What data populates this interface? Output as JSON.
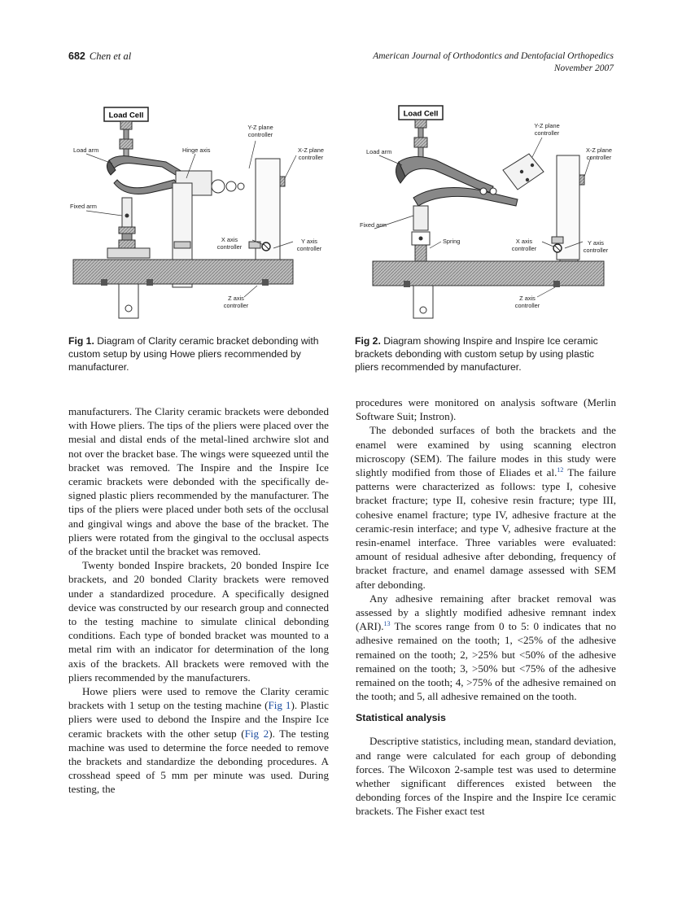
{
  "header": {
    "page_number": "682",
    "authors": "Chen et al",
    "journal_line1": "American Journal of Orthodontics and Dentofacial Orthopedics",
    "journal_line2": "November 2007"
  },
  "figure1": {
    "labels": {
      "load_cell": "Load Cell",
      "load_arm": "Load arm",
      "hinge_axis": "Hinge axis",
      "yz_line1": "Y-Z plane",
      "yz_line2": "controller",
      "xz_line1": "X-Z plane",
      "xz_line2": "controller",
      "fixed_arm": "Fixed arm",
      "x_line1": "X axis",
      "x_line2": "controller",
      "y_line1": "Y axis",
      "y_line2": "controller",
      "z_line1": "Z axis",
      "z_line2": "controller"
    },
    "caption_label": "Fig 1.",
    "caption_text": "Diagram of Clarity ceramic bracket debonding with custom setup by using Howe pliers recommended by manufacturer."
  },
  "figure2": {
    "labels": {
      "load_cell": "Load Cell",
      "load_arm": "Load arm",
      "yz_line1": "Y-Z plane",
      "yz_line2": "controller",
      "xz_line1": "X-Z plane",
      "xz_line2": "controller",
      "fixed_arm": "Fixed arm",
      "spring": "Spring",
      "x_line1": "X axis",
      "x_line2": "controller",
      "y_line1": "Y axis",
      "y_line2": "controller",
      "z_line1": "Z axis",
      "z_line2": "controller"
    },
    "caption_label": "Fig 2.",
    "caption_text": "Diagram showing Inspire and Inspire Ice ceramic brackets debonding with custom setup by using plastic pliers recommended by manufacturer."
  },
  "left_column": {
    "p1": "manufacturers. The Clarity ceramic brackets were debonded with Howe pliers. The tips of the pliers were placed over the mesial and distal ends of the metal-lined archwire slot and not over the bracket base. The wings were squeezed until the bracket was removed. The Inspire and the Inspire Ice ceramic brackets were debonded with the specifically de­signed plastic pliers recommended by the manufac­turer. The tips of the pliers were placed under both sets of the occlusal and gingival wings and above the base of the bracket. The pliers were rotated from the gingival to the occlusal aspects of the bracket until the bracket was removed.",
    "p2": "Twenty bonded Inspire brackets, 20 bonded Inspire Ice brackets, and 20 bonded Clarity brackets were removed under a standardized procedure. A specifically designed device was constructed by our research group and connected to the testing machine to simulate clinical debonding conditions. Each type of bonded bracket was mounted to a metal rim with an indicator for determination of the long axis of the brackets. All brackets were removed with the pliers recommended by the manufacturers.",
    "p3_a": "Howe pliers were used to remove the Clarity ceramic brackets with 1 setup on the testing machine (",
    "p3_ref1": "Fig 1",
    "p3_b": "). Plastic pliers were used to debond the Inspire and the Inspire Ice ceramic brackets with the other setup (",
    "p3_ref2": "Fig 2",
    "p3_c": "). The testing machine was used to deter­mine the force needed to remove the brackets and standardize the debonding procedures. A crosshead speed of 5 mm per minute was used. During testing, the"
  },
  "right_column": {
    "p1": "procedures were monitored on analysis software (Mer­lin Software Suit; Instron).",
    "p2_a": "The debonded surfaces of both the brackets and the enamel were examined by using scanning electron microscopy (SEM). The failure modes in this study were slightly modified from those of Eliades et al.",
    "p2_ref": "12",
    "p2_b": " The failure patterns were characterized as follows: type I, cohesive bracket fracture; type II, cohesive resin frac­ture; type III, cohesive enamel fracture; type IV, adhesive fracture at the ceramic-resin interface; and type V, adhesive fracture at the resin-enamel interface. Three variables were evaluated: amount of residual adhesive after debonding, frequency of bracket frac­ture, and enamel damage assessed with SEM after debonding.",
    "p3_a": "Any adhesive remaining after bracket removal was assessed by a slightly modified adhesive remnant index (ARI).",
    "p3_ref": "13",
    "p3_b": " The scores range from 0 to 5: 0 indicates that no adhesive remained on the tooth; 1, <25% of the adhesive remained on the tooth; 2, >25% but <50% of the adhesive remained on the tooth; 3, >50% but <75% of the adhesive remained on the tooth; 4, >75% of the adhesive remained on the tooth; and 5, all adhesive remained on the tooth.",
    "heading": "Statistical analysis",
    "p4": "Descriptive statistics, including mean, standard de­viation, and range were calculated for each group of debonding forces. The Wilcoxon 2-sample test was used to determine whether significant differences ex­isted between the debonding forces of the Inspire and the Inspire Ice ceramic brackets. The Fisher exact test"
  }
}
